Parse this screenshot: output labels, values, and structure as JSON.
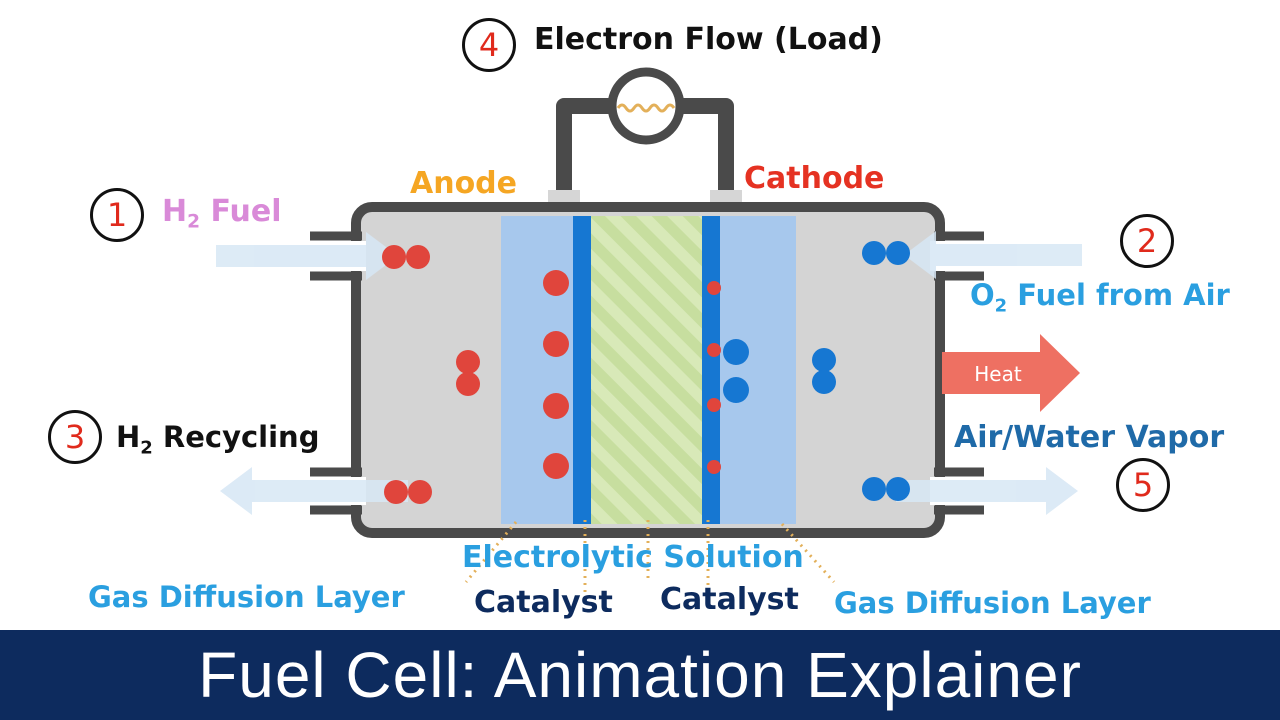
{
  "title": "Fuel Cell: Animation Explainer",
  "labels": {
    "electron_flow": "Electron Flow (Load)",
    "anode": "Anode",
    "cathode": "Cathode",
    "h2_fuel_pre": "H",
    "h2_fuel_sub": "2",
    "h2_fuel_post": " Fuel",
    "o2_fuel_pre": "O",
    "o2_fuel_sub": "2",
    "o2_fuel_post": " Fuel from Air",
    "h2_recycling_pre": "H",
    "h2_recycling_sub": "2",
    "h2_recycling_post": " Recycling",
    "air_water_vapor": "Air/Water Vapor",
    "heat": "Heat",
    "electrolytic_solution": "Electrolytic Solution",
    "gas_diffusion_layer_left": "Gas Diffusion Layer",
    "catalyst_left": "Catalyst",
    "catalyst_right": "Catalyst",
    "gas_diffusion_layer_right": "Gas Diffusion Layer"
  },
  "steps": {
    "one": "1",
    "two": "2",
    "three": "3",
    "four": "4",
    "five": "5"
  },
  "colors": {
    "anode_label": "#f5a623",
    "cathode_label": "#e53222",
    "h2_fuel": "#d98ad8",
    "oxygen_label": "#2a9fe0",
    "recycling": "#111111",
    "air_water": "#1f6aa8",
    "electrolytic": "#2a9fe0",
    "gas_diffusion": "#2a9fe0",
    "catalyst": "#0d2b5e",
    "hydrogen": "#e0453c",
    "oxygen": "#1677d2",
    "footer_bg": "#0d2b5e"
  }
}
